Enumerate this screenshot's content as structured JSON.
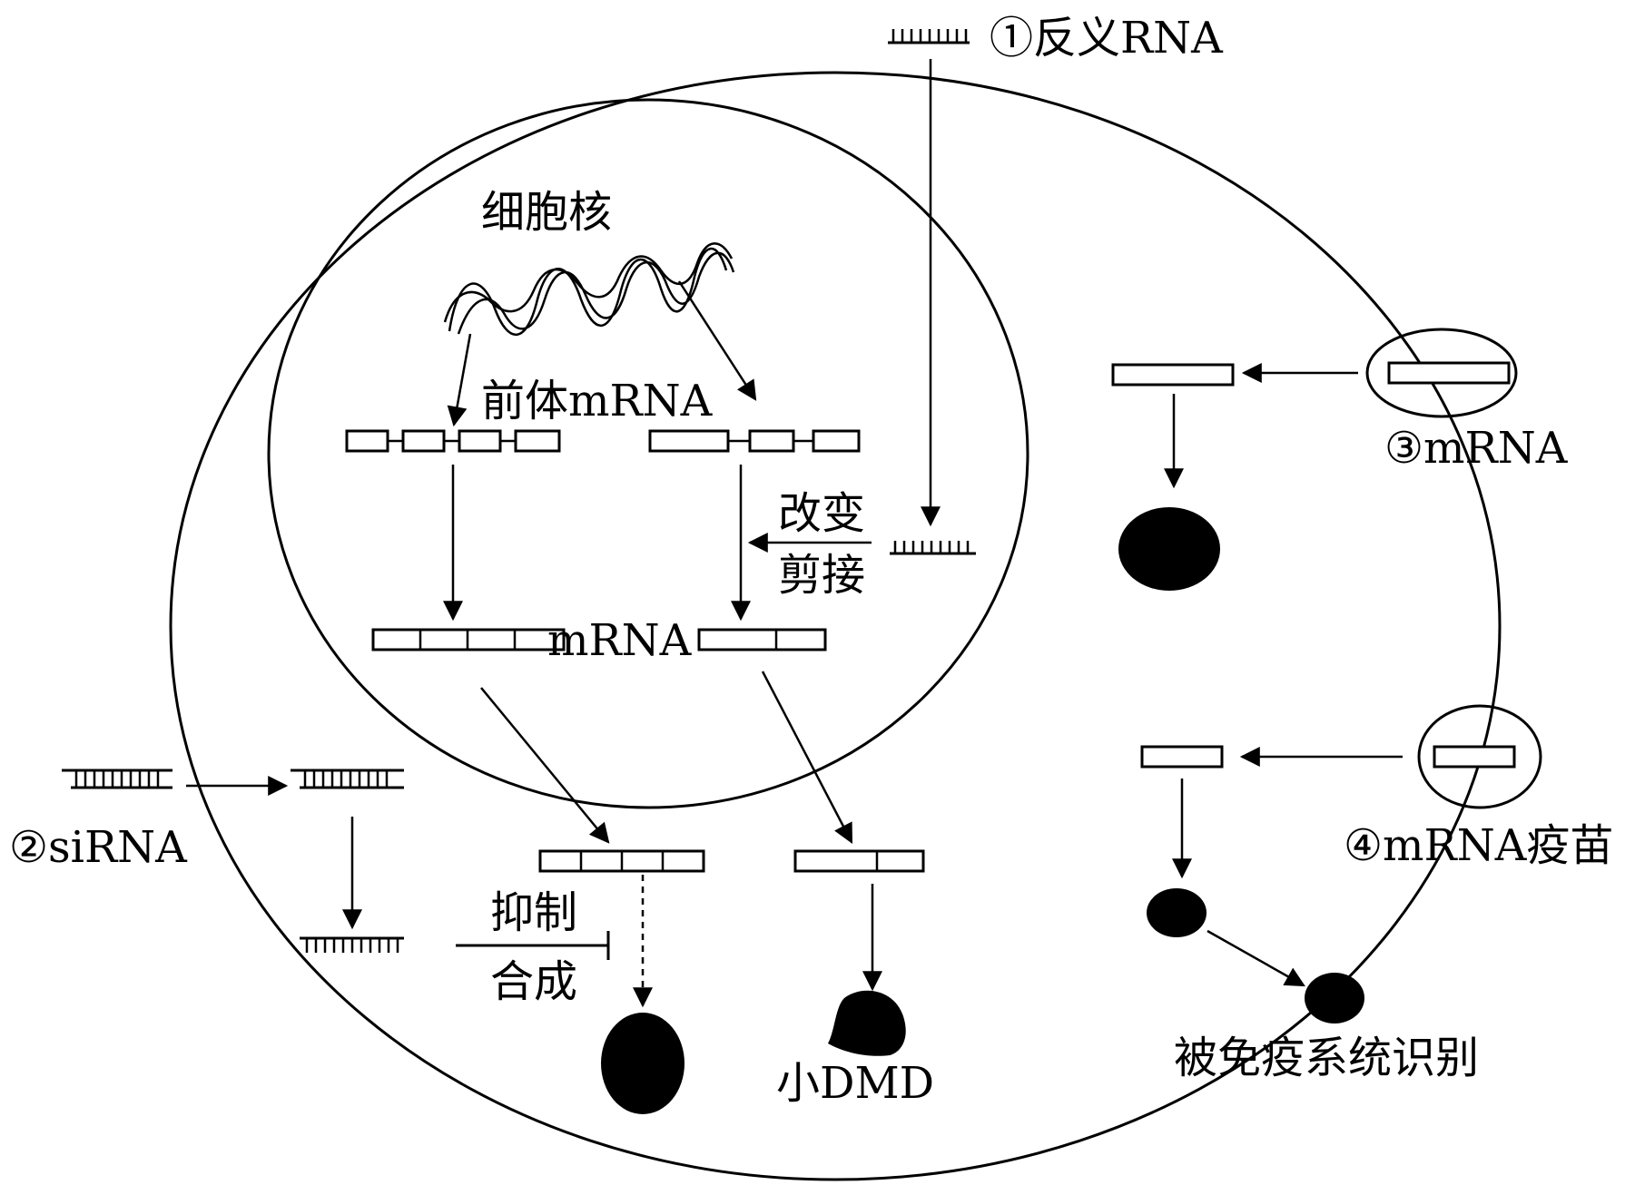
{
  "labels": {
    "antisense_rna": "①反义RNA",
    "nucleus": "细胞核",
    "pre_mrna": "前体mRNA",
    "alter_splicing_top": "改变",
    "alter_splicing_bottom": "剪接",
    "mrna_middle": "mRNA",
    "sirna": "②siRNA",
    "inhibit_top": "抑制",
    "inhibit_bottom": "合成",
    "small_dmd": "小DMD",
    "mrna_3": "③mRNA",
    "mrna_vaccine": "④mRNA疫苗",
    "immune_recognition": "被免疫系统识别"
  }
}
